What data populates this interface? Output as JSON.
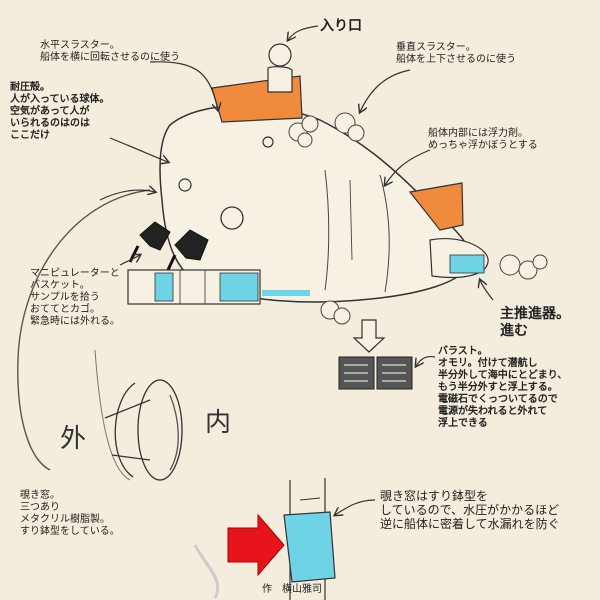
{
  "labels": {
    "entrance": "入り口",
    "horizontal_thruster": [
      "水平スラスター。",
      "船体を横に回転させるのに使う"
    ],
    "vertical_thruster": [
      "垂直スラスター。",
      "船体を上下させるのに使う"
    ],
    "pressure_hull": [
      "耐圧殻。",
      "人が入っている球体。",
      "空気があって人が",
      "いられるのはのは",
      "ここだけ"
    ],
    "buoyancy": [
      "船体内部には浮力剤。",
      "めっちゃ浮かぼうとする"
    ],
    "manipulator": [
      "マニピュレーターと",
      "バスケット。",
      "サンプルを拾う",
      "おててとカゴ。",
      "緊急時には外れる。"
    ],
    "main_propulsion": [
      "主推進器。",
      "進む"
    ],
    "ballast": [
      "バラスト。",
      "オモリ。付けて潜航し",
      "半分外して海中にとどまり、",
      "もう半分外すと浮上する。",
      "電磁石でくっついてるので",
      "電源が失われると外れて",
      "浮上できる"
    ],
    "viewport": [
      "覗き窓。",
      "三つあり",
      "メタクリル樹脂製。",
      "すり鉢型をしている。"
    ],
    "viewport_explain": [
      "覗き窓はすり鉢型を",
      "しているので、水圧がかかるほど",
      "逆に船体に密着して水漏れを防ぐ"
    ],
    "outside": "外",
    "inside": "内",
    "credit": "作　横山雅司"
  },
  "colors": {
    "orange": "#f08a3c",
    "cyan": "#6fd3e6",
    "red_arrow": "#e8141c",
    "ink": "#333333",
    "paper": "#f4ecdc"
  }
}
